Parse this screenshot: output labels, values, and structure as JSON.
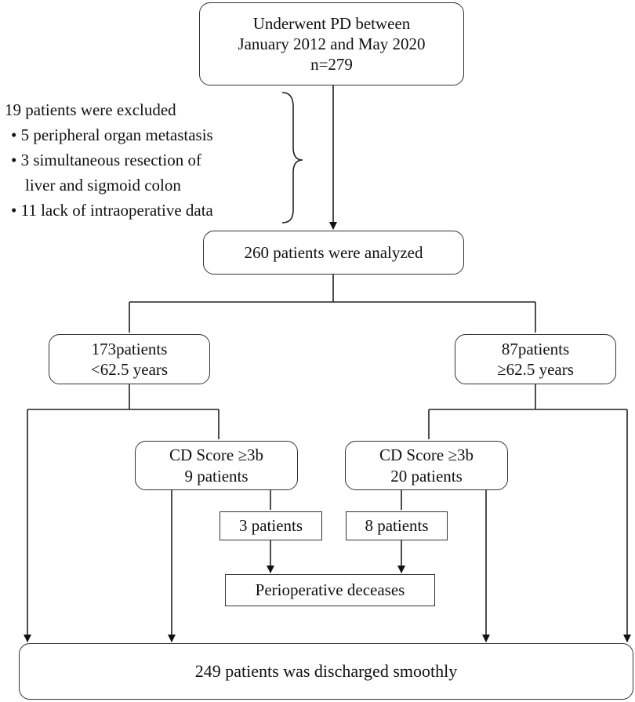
{
  "start": {
    "line1": "Underwent  PD  between",
    "line2": "January 2012 and May 2020",
    "line3": "n=279"
  },
  "exclusion": {
    "header": "19 patients were excluded",
    "items": [
      "• 5 peripheral  organ  metastasis",
      "• 3  simultaneous  resection  of",
      "liver and sigmoid colon",
      "• 11 lack of intraoperative data"
    ]
  },
  "analyzed": {
    "label": "260 patients were analyzed"
  },
  "young": {
    "line1": "173patients",
    "line2": "<62.5 years"
  },
  "old": {
    "line1": "87patients",
    "line2": "≥62.5 years"
  },
  "cd_young": {
    "line1": "CD Score ≥3b",
    "line2": "9 patients"
  },
  "cd_old": {
    "line1": "CD Score ≥3b",
    "line2": "20 patients"
  },
  "deaths_young": {
    "label": "3 patients"
  },
  "deaths_old": {
    "label": "8 patients"
  },
  "deceases": {
    "label": "Perioperative   deceases"
  },
  "discharged": {
    "label": "249 patients was discharged smoothly"
  }
}
